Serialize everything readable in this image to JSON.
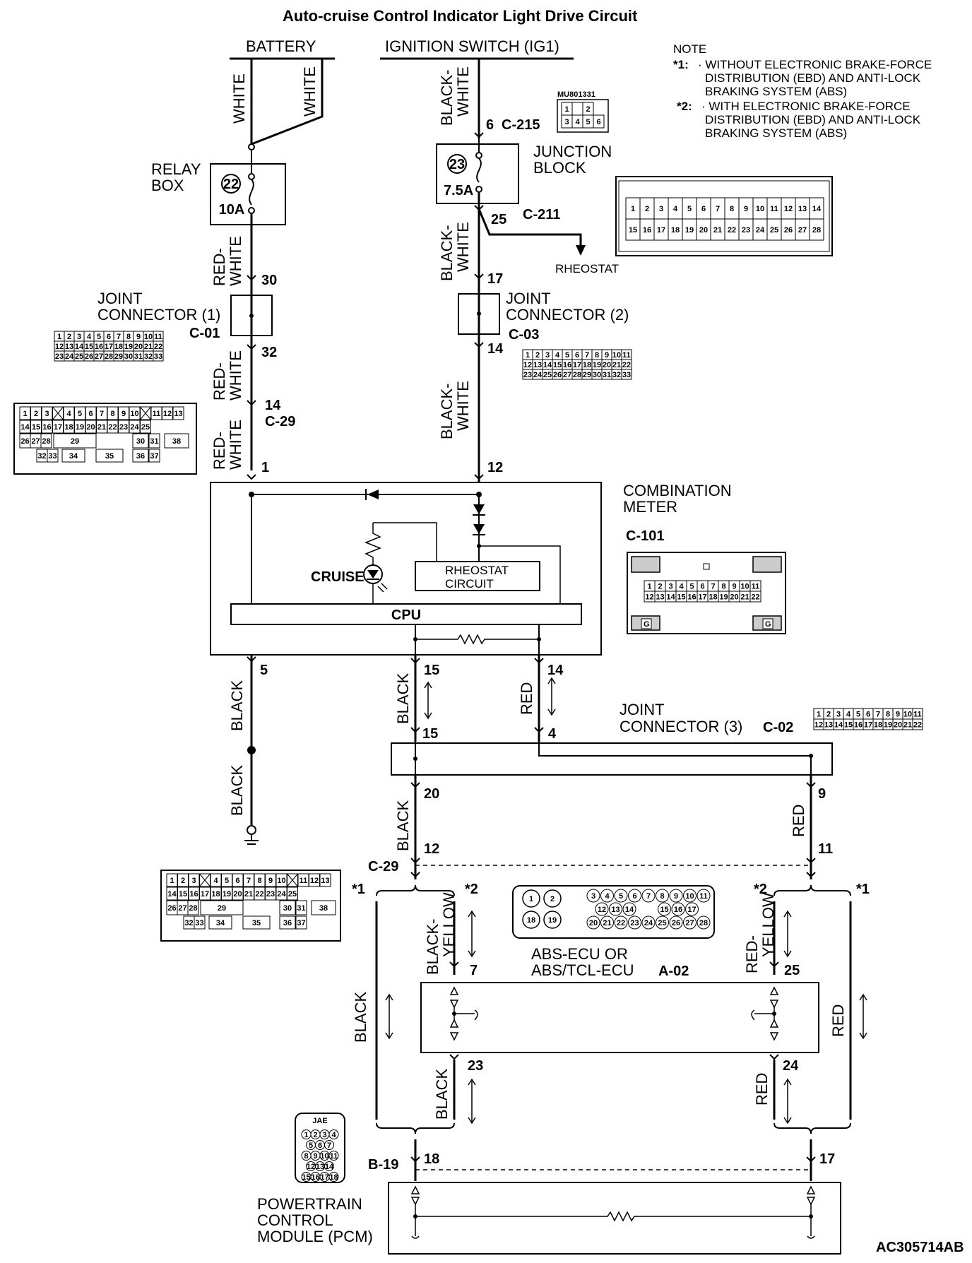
{
  "title": "Auto-cruise Control Indicator Light Drive Circuit",
  "figure_id": "AC305714AB",
  "note": {
    "heading": "NOTE",
    "items": [
      {
        "mark": "*1:",
        "lines": [
          "· WITHOUT ELECTRONIC BRAKE-FORCE",
          "DISTRIBUTION (EBD) AND ANTI-LOCK",
          "BRAKING SYSTEM (ABS)"
        ]
      },
      {
        "mark": "*2:",
        "lines": [
          "· WITH ELECTRONIC BRAKE-FORCE",
          "DISTRIBUTION (EBD) AND ANTI-LOCK",
          "BRAKING SYSTEM (ABS)"
        ]
      }
    ]
  },
  "sources": {
    "battery": "BATTERY",
    "ignition": "IGNITION SWITCH (IG1)"
  },
  "components": {
    "relay_box": {
      "line1": "RELAY",
      "line2": "BOX",
      "fuse_no": "22",
      "fuse_rating": "10A"
    },
    "junction_block": {
      "line1": "JUNCTION",
      "line2": "BLOCK",
      "fuse_no": "23",
      "fuse_rating": "7.5A",
      "part_no": "MU801331"
    },
    "joint_connector_1": {
      "line1": "JOINT",
      "line2": "CONNECTOR (1)",
      "id": "C-01"
    },
    "joint_connector_2": {
      "line1": "JOINT",
      "line2": "CONNECTOR (2)",
      "id": "C-03"
    },
    "joint_connector_3": {
      "line1": "JOINT",
      "line2": "CONNECTOR (3)",
      "id": "C-02"
    },
    "combination_meter": {
      "line1": "COMBINATION",
      "line2": "METER",
      "id": "C-101",
      "cruise_label": "CRUISE",
      "rheostat_line1": "RHEOSTAT",
      "rheostat_line2": "CIRCUIT",
      "cpu": "CPU"
    },
    "abs_ecu": {
      "line1": "ABS-ECU OR",
      "line2": "ABS/TCL-ECU",
      "id": "A-02"
    },
    "pcm": {
      "line1": "POWERTRAIN",
      "line2": "CONTROL",
      "line3": "MODULE (PCM)",
      "id": "B-19"
    },
    "rheostat_out": "RHEOSTAT"
  },
  "connectors": {
    "c215": "C-215",
    "c211": "C-211",
    "c29": "C-29",
    "c29b": "C-29",
    "g": "G"
  },
  "pins": {
    "p6": "6",
    "p25": "25",
    "p30": "30",
    "p32": "32",
    "p14a": "14",
    "p1": "1",
    "p17": "17",
    "p14b": "14",
    "p12": "12",
    "p5": "5",
    "p15a": "15",
    "p14c": "14",
    "p15b": "15",
    "p4": "4",
    "p20": "20",
    "p9": "9",
    "p12b": "12",
    "p11": "11",
    "p7": "7",
    "p25b": "25",
    "p23": "23",
    "p24": "24",
    "p18": "18",
    "p17b": "17"
  },
  "wires": {
    "white": "WHITE",
    "red_white": "RED-WHITE",
    "black_white": "BLACK-WHITE",
    "black": "BLACK",
    "red": "RED",
    "black_yellow": "BLACK-YELLOW",
    "red_yellow": "RED-YELLOW",
    "red_hyph": "RED-",
    "black_hyph": "BLACK-",
    "white_only": "WHITE",
    "yellow_only": "YELLOW"
  },
  "marks": {
    "star1": "*1",
    "star2": "*2"
  },
  "pinout_c01": {
    "rows": [
      [
        "1",
        "2",
        "3",
        "4",
        "5",
        "6",
        "7",
        "8",
        "9",
        "10",
        "11"
      ],
      [
        "12",
        "13",
        "14",
        "15",
        "16",
        "17",
        "18",
        "19",
        "20",
        "21",
        "22"
      ],
      [
        "23",
        "24",
        "25",
        "26",
        "27",
        "28",
        "29",
        "30",
        "31",
        "32",
        "33"
      ]
    ]
  },
  "pinout_c03": {
    "rows": [
      [
        "1",
        "2",
        "3",
        "4",
        "5",
        "6",
        "7",
        "8",
        "9",
        "10",
        "11"
      ],
      [
        "12",
        "13",
        "14",
        "15",
        "16",
        "17",
        "18",
        "19",
        "20",
        "21",
        "22"
      ],
      [
        "23",
        "24",
        "25",
        "26",
        "27",
        "28",
        "29",
        "30",
        "31",
        "32",
        "33"
      ]
    ]
  },
  "pinout_c02": {
    "rows": [
      [
        "1",
        "2",
        "3",
        "4",
        "5",
        "6",
        "7",
        "8",
        "9",
        "10",
        "11"
      ],
      [
        "12",
        "13",
        "14",
        "15",
        "16",
        "17",
        "18",
        "19",
        "20",
        "21",
        "22"
      ]
    ]
  },
  "pinout_c101": {
    "rows": [
      [
        "1",
        "2",
        "3",
        "4",
        "5",
        "6",
        "7",
        "8",
        "9",
        "10",
        "11"
      ],
      [
        "12",
        "13",
        "14",
        "15",
        "16",
        "17",
        "18",
        "19",
        "20",
        "21",
        "22"
      ]
    ]
  },
  "pinout_c211": {
    "rows": [
      [
        "1",
        "2",
        "3",
        "4",
        "5",
        "6",
        "7",
        "8",
        "9",
        "10",
        "11",
        "12",
        "13",
        "14"
      ],
      [
        "15",
        "16",
        "17",
        "18",
        "19",
        "20",
        "21",
        "22",
        "23",
        "24",
        "25",
        "26",
        "27",
        "28"
      ]
    ]
  },
  "pinout_c215": {
    "rows": [
      [
        "1",
        "",
        "2"
      ],
      [
        "3",
        "4",
        "5",
        "6"
      ]
    ]
  },
  "pinout_c29": {
    "row1": [
      "1",
      "2",
      "3",
      "X",
      "4",
      "5",
      "6",
      "7",
      "8",
      "9",
      "10",
      "X",
      "11",
      "12",
      "13"
    ],
    "row2": [
      "14",
      "15",
      "16",
      "17",
      "18",
      "19",
      "20",
      "21",
      "22",
      "23",
      "24",
      "25"
    ],
    "row3": [
      "26",
      "27",
      "28",
      "29",
      "30",
      "31",
      "38"
    ],
    "row4": [
      "32",
      "33",
      "34",
      "35",
      "36",
      "37"
    ]
  },
  "pinout_a02": {
    "big": [
      "1",
      "2",
      "18",
      "19"
    ],
    "row1": [
      "3",
      "4",
      "5",
      "6",
      "7",
      "8",
      "9",
      "10",
      "11"
    ],
    "row2": [
      "12",
      "13",
      "14",
      "15",
      "16",
      "17"
    ],
    "row3": [
      "20",
      "21",
      "22",
      "23",
      "24",
      "25",
      "26",
      "27",
      "28"
    ]
  },
  "pinout_b19": {
    "tag": "JAE",
    "rows": [
      [
        "1",
        "2",
        "3",
        "4"
      ],
      [
        "5",
        "6",
        "7"
      ],
      [
        "8",
        "9",
        "10",
        "11"
      ],
      [
        "12",
        "13",
        "14"
      ],
      [
        "15",
        "16",
        "17",
        "18"
      ]
    ]
  }
}
